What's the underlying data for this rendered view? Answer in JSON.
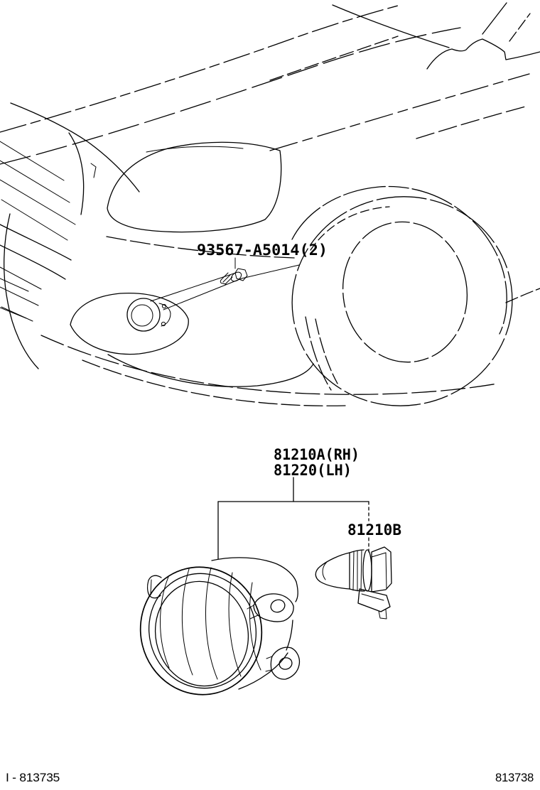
{
  "page": {
    "background_color": "#ffffff",
    "line_color": "#000000",
    "kind": "parts-catalog-diagram"
  },
  "diagram": {
    "illustrations": [
      "car-front-three-quarter-line-drawing",
      "fog-lamp-unit-line-drawing",
      "fog-lamp-bulb-line-drawing",
      "mounting-screw-line-drawing"
    ],
    "callouts": {
      "screw": {
        "label": "93567-A5014(2)"
      },
      "fog_lamp": {
        "label_rh": "81210A(RH)",
        "label_lh": "81220(LH)"
      },
      "bulb": {
        "label": "81210B"
      }
    }
  },
  "footer": {
    "left_code": "I - 813735",
    "right_code": "813738"
  }
}
